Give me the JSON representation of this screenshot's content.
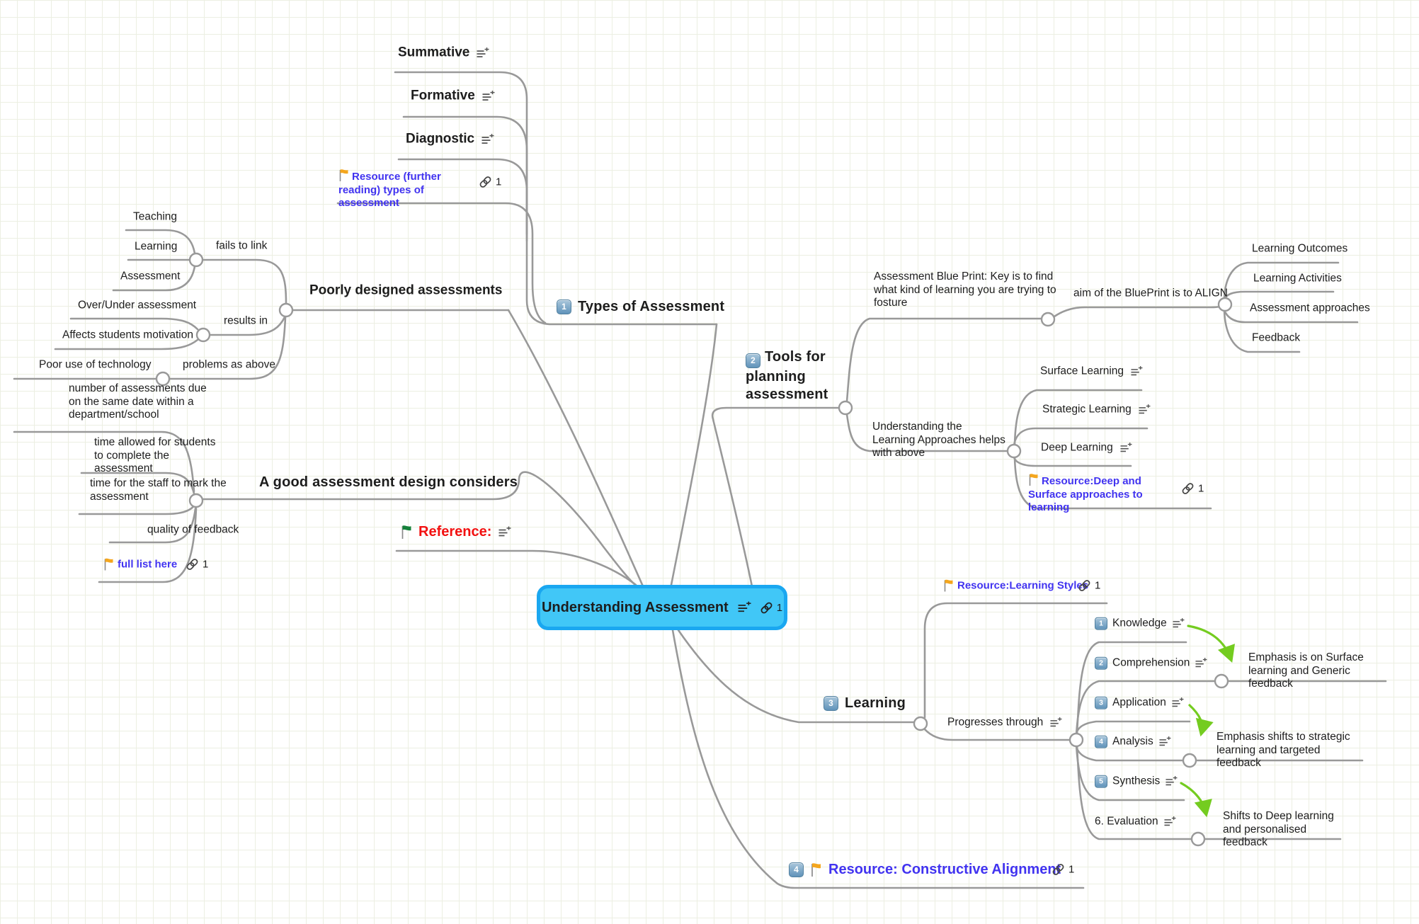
{
  "theme": {
    "accent_blue_fill": "#41c7f7",
    "accent_blue_border": "#1aa7f0",
    "line_gray": "#999999",
    "grid_line": "#ecefe2",
    "text_black": "#1d1d1d",
    "resource_blue": "#4133f0",
    "reference_red": "#f21111",
    "flag_orange": "#f4a61d",
    "flag_green": "#15813a",
    "arrow_green": "#74cc20",
    "badge_blue": "#6093ba",
    "icon_gray": "#555555"
  },
  "center": {
    "label": "Understanding Assessment",
    "link_count": "1"
  },
  "types": {
    "badge": "1",
    "label": "Types of Assessment",
    "summative": "Summative",
    "formative": "Formative",
    "diagnostic": "Diagnostic",
    "resource_label": "Resource (further reading) types of assessment",
    "resource_link_count": "1"
  },
  "poorly": {
    "label": "Poorly designed assessments",
    "fails_to_link": "fails to link",
    "teaching": "Teaching",
    "learning": "Learning",
    "assessment": "Assessment",
    "results_in": "results in",
    "over_under": "Over/Under assessment",
    "affects_motivation": "Affects students motivation",
    "problems_as_above": "problems as above",
    "poor_technology": "Poor use of technology"
  },
  "good_design": {
    "label": "A good assessment design considers",
    "number_of_assessments": "number of assessments due on the same date within a department/school",
    "time_students": "time allowed for students to complete the assessment",
    "time_staff": "time for the staff to mark the assessment",
    "quality_feedback": "quality of feedback",
    "full_list_label": "full list here",
    "full_list_link_count": "1"
  },
  "reference": {
    "label": "Reference:"
  },
  "tools": {
    "badge": "2",
    "label": "Tools for planning assessment",
    "blueprint_note": "Assessment Blue Print: Key is to find what kind of learning you are trying to fosture",
    "blueprint_aim": "aim of the BluePrint is to ALIGN",
    "align": {
      "outcomes": "Learning Outcomes",
      "activities": "Learning Activities",
      "approaches": "Assessment approaches",
      "feedback": "Feedback"
    },
    "understanding_note": "Understanding the Learning Approaches helps with above",
    "surface": "Surface Learning",
    "strategic": "Strategic Learning",
    "deep": "Deep Learning",
    "resource_label": "Resource:Deep and Surface approaches to learning",
    "resource_link_count": "1"
  },
  "learning": {
    "badge": "3",
    "label": "Learning",
    "resource_styles_label": "Resource:Learning Styles",
    "resource_styles_link_count": "1",
    "progresses": "Progresses through",
    "levels": [
      {
        "badge": "1",
        "label": "Knowledge"
      },
      {
        "badge": "2",
        "label": "Comprehension"
      },
      {
        "badge": "3",
        "label": "Application"
      },
      {
        "badge": "4",
        "label": "Analysis"
      },
      {
        "badge": "5",
        "label": "Synthesis"
      },
      {
        "badge": "",
        "label": "6. Evaluation"
      }
    ],
    "note_surface": "Emphasis is on Surface learning and Generic feedback",
    "note_strategic": "Emphasis shifts to strategic learning and targeted feedback",
    "note_deep": "Shifts to Deep learning and personalised feedback"
  },
  "constructive": {
    "badge": "4",
    "label": "Resource: Constructive Alignment",
    "link_count": "1"
  }
}
